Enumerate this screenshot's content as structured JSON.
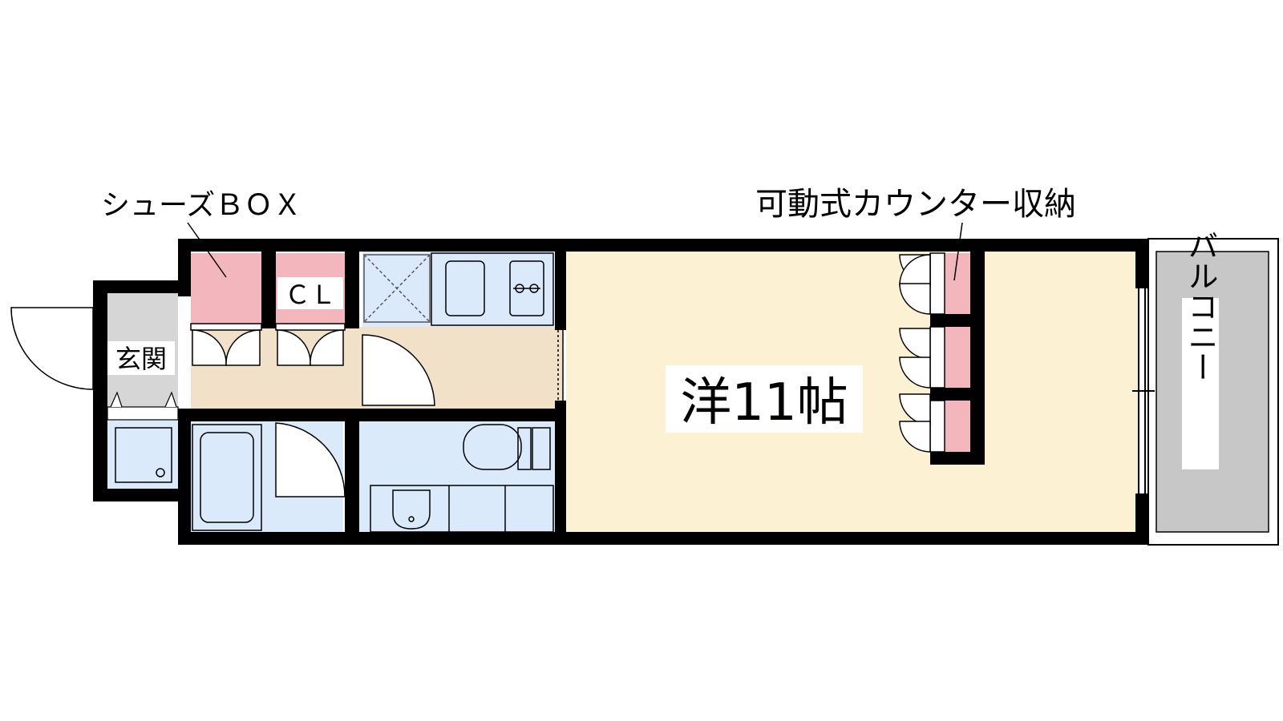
{
  "floor_plan": {
    "labels": {
      "shoe_box": "シューズＢＯＸ",
      "closet": "ＣＬ",
      "entrance": "玄関",
      "western_room": "洋11帖",
      "counter_storage": "可動式カウンター収納",
      "balcony": "バルコニー"
    },
    "colors": {
      "wall": "#000000",
      "storage": "#f4b6bd",
      "room_floor": "#fdf1d3",
      "hallway_floor": "#f1e1c9",
      "wet_area": "#dbeafb",
      "balcony": "#c7c7c7",
      "entrance_floor": "#d6d6d6"
    }
  }
}
